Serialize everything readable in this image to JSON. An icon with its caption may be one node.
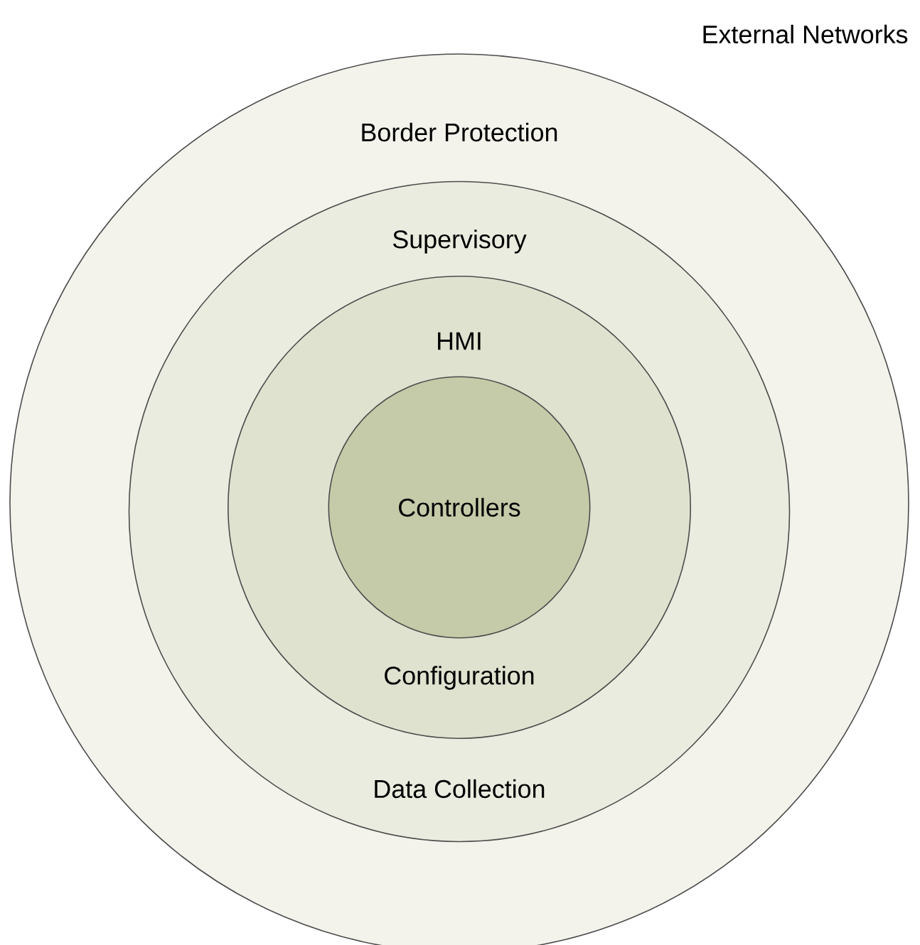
{
  "diagram": {
    "nodes": [
      {
        "text": [
          "Border Protection"
        ]
      },
      {
        "text": [
          "Supervisory",
          "Data Collection"
        ],
        "in": 0
      },
      {
        "text": [
          "HMI",
          "Configuration"
        ],
        "in": 1
      },
      {
        "text": [
          "Controllers"
        ],
        "in": 2
      }
    ],
    "labels": [
      "External Networks"
    ]
  }
}
